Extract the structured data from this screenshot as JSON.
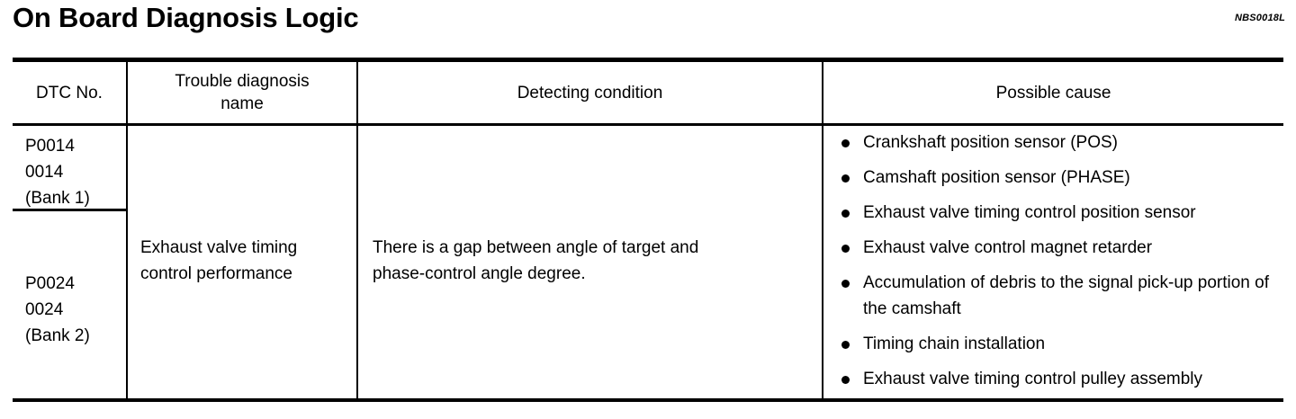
{
  "page": {
    "title": "On Board Diagnosis Logic",
    "reference_code": "NBS0018L"
  },
  "table": {
    "headers": {
      "dtc_no": "DTC No.",
      "trouble_diagnosis_name_line1": "Trouble diagnosis",
      "trouble_diagnosis_name_line2": "name",
      "detecting_condition": "Detecting condition",
      "possible_cause": "Possible cause"
    },
    "dtc_rows": [
      {
        "code": "P0014",
        "sub_code": "0014",
        "bank": "(Bank 1)"
      },
      {
        "code": "P0024",
        "sub_code": "0024",
        "bank": "(Bank 2)"
      }
    ],
    "trouble_diagnosis_name": {
      "line1": "Exhaust valve timing",
      "line2": "control performance"
    },
    "detecting_condition": {
      "line1": "There is a gap between angle of target and",
      "line2": "phase-control angle degree."
    },
    "possible_causes": [
      "Crankshaft position sensor (POS)",
      "Camshaft position sensor (PHASE)",
      "Exhaust valve timing control position sensor",
      "Exhaust valve control magnet retarder",
      "Accumulation of debris to the signal pick-up portion of the camshaft",
      "Timing chain installation",
      "Exhaust valve timing control pulley assembly"
    ]
  },
  "colors": {
    "ink": "#000000",
    "paper": "#ffffff"
  }
}
